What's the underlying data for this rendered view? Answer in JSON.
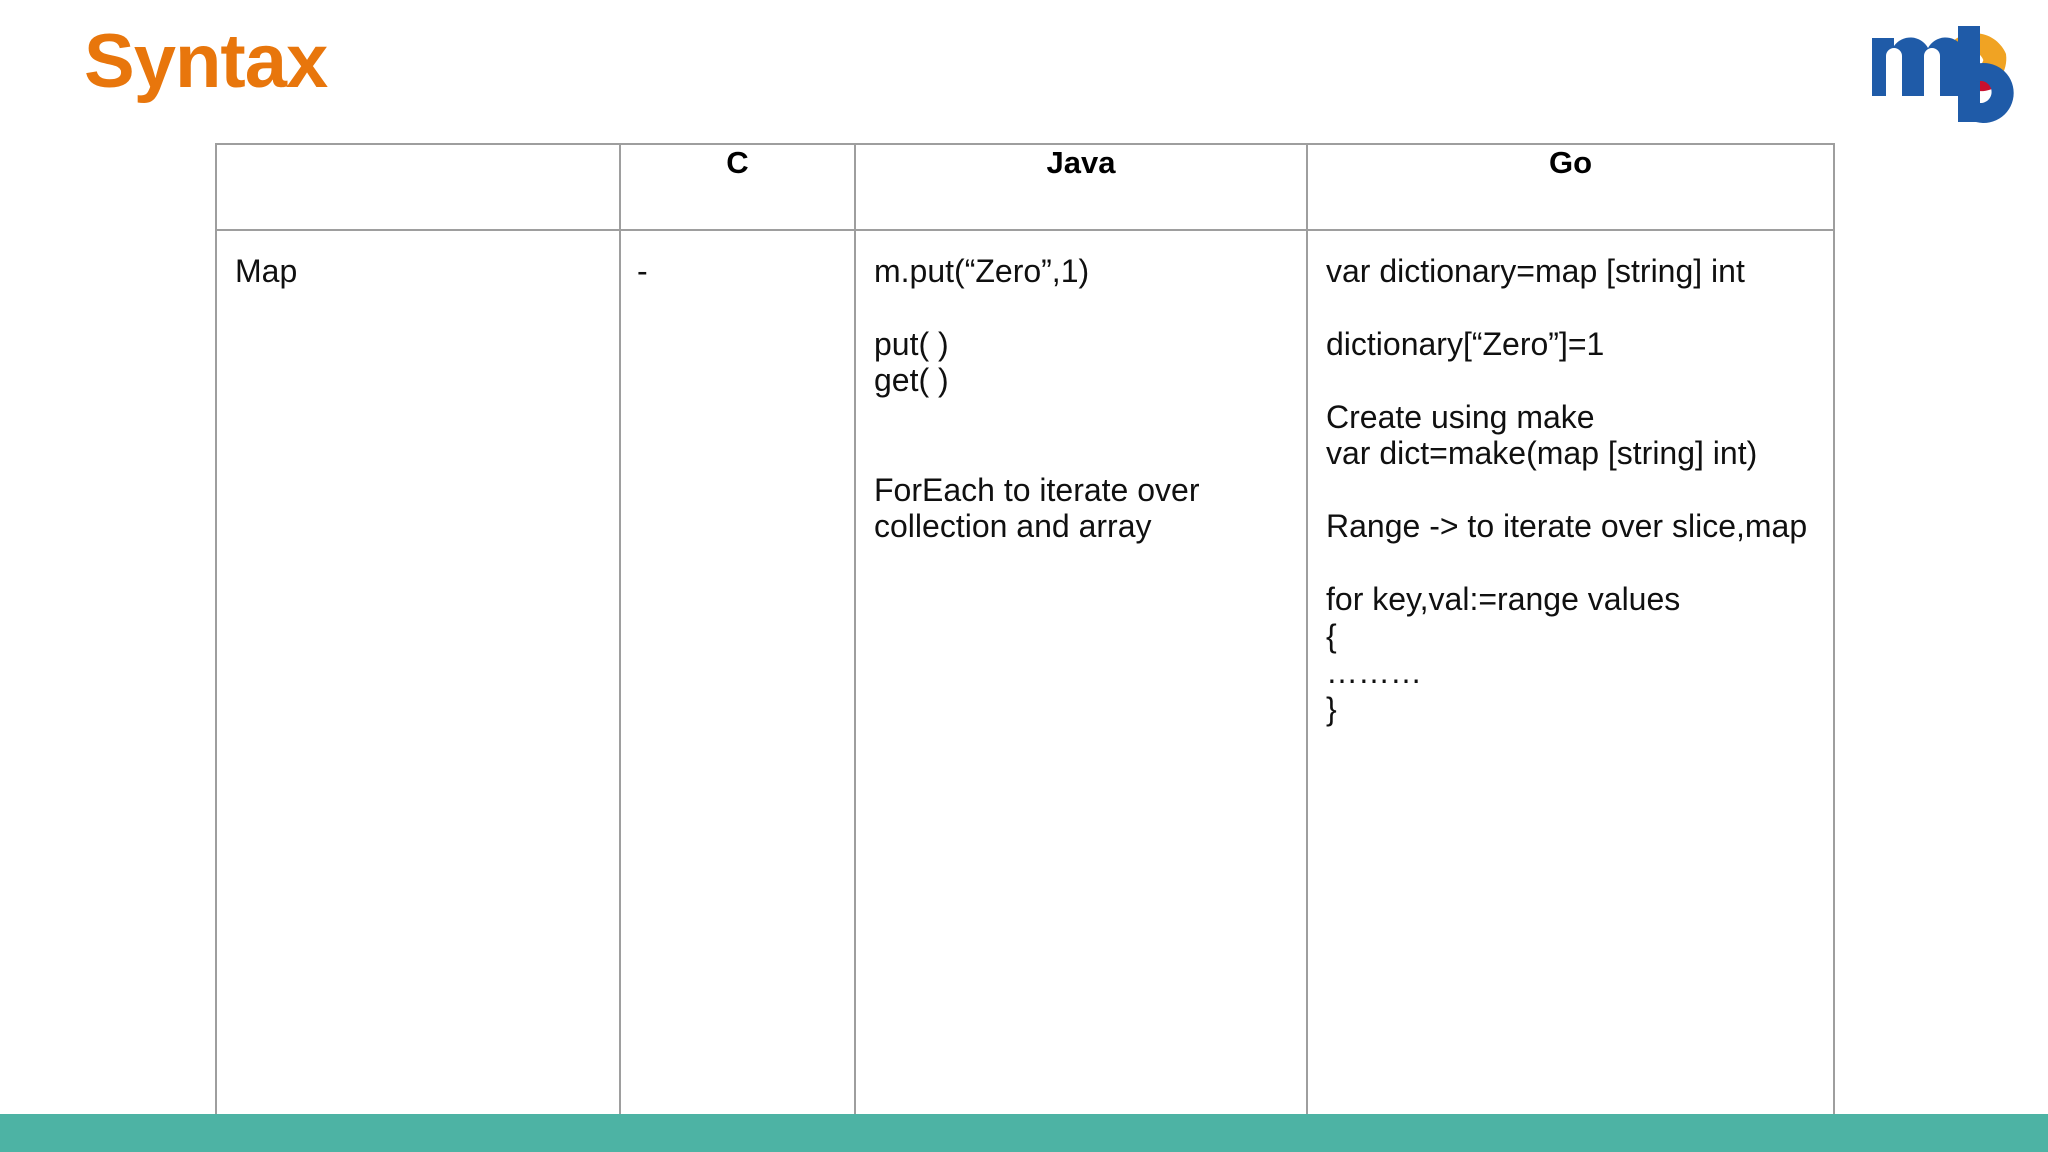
{
  "slide": {
    "title": "Syntax",
    "title_color": "#E8760C",
    "accent_bar_color": "#4DB3A4"
  },
  "logo": {
    "name": "mb-logo",
    "letters": "mb",
    "letter_color": "#1F5BA8",
    "swirl_colors": [
      "#F0A323",
      "#E8450F",
      "#C8102E",
      "#FFFFFF"
    ]
  },
  "table": {
    "name": "syntax-comparison-table",
    "columns": [
      {
        "key": "feature",
        "label": ""
      },
      {
        "key": "c",
        "label": "C"
      },
      {
        "key": "java",
        "label": "Java"
      },
      {
        "key": "go",
        "label": "Go"
      }
    ],
    "rows": [
      {
        "feature": "Map",
        "c": "-",
        "java": "m.put(“Zero”,1)\n\nput( )\nget( )\n\n\nForEach to iterate over collection and array",
        "go": "var dictionary=map [string] int\n\ndictionary[“Zero”]=1\n\nCreate using make\nvar dict=make(map [string] int)\n\nRange -> to iterate over slice,map\n\nfor key,val:=range values\n{\n………\n}"
      }
    ]
  }
}
